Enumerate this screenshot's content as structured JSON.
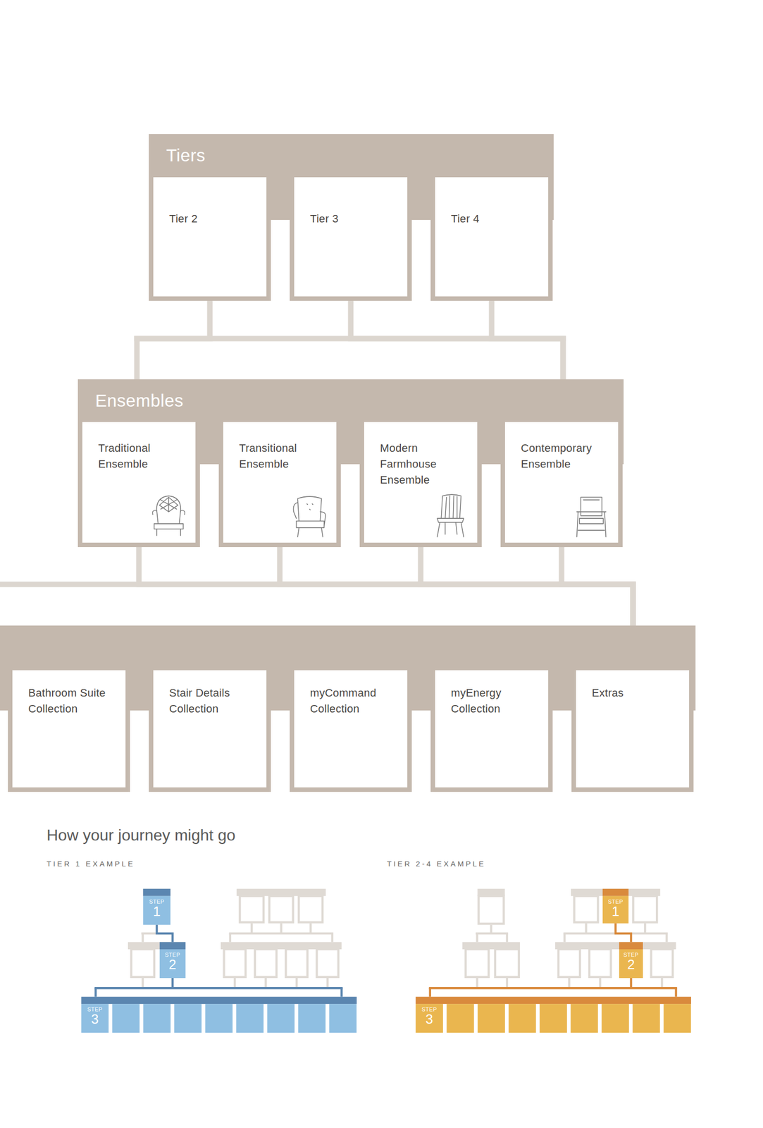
{
  "diagram": {
    "nodes": [
      {
        "text": [
          "Tiers"
        ]
      },
      {
        "text": [
          "Tier 2"
        ],
        "in": 0
      },
      {
        "text": [
          "Tier 3"
        ],
        "in": 0
      },
      {
        "text": [
          "Tier 4"
        ],
        "in": 0
      },
      {
        "text": [
          "Ensembles"
        ]
      },
      {
        "text": [
          "Traditional Ensemble"
        ],
        "in": 4
      },
      {
        "text": [
          "Transitional Ensemble"
        ],
        "in": 4
      },
      {
        "text": [
          "Modern Farmhouse Ensemble"
        ],
        "in": 4
      },
      {
        "text": [
          "Contemporary Ensemble"
        ],
        "in": 4
      },
      {
        "text": []
      },
      {
        "text": [
          "Bathroom Suite Collection"
        ],
        "in": 9
      },
      {
        "text": [
          "Stair Details Collection"
        ],
        "in": 9
      },
      {
        "text": [
          "myCommand Collection"
        ],
        "in": 9
      },
      {
        "text": [
          "myEnergy Collection"
        ],
        "in": 9
      },
      {
        "text": [
          "Extras"
        ],
        "in": 9
      }
    ],
    "edges": [
      {
        "from": 1,
        "to": 4,
        "arrow": "none"
      },
      {
        "from": 2,
        "to": 4,
        "arrow": "none"
      },
      {
        "from": 3,
        "to": 4,
        "arrow": "none"
      },
      {
        "from": 5,
        "to": 9,
        "arrow": "none"
      },
      {
        "from": 6,
        "to": 9,
        "arrow": "none"
      },
      {
        "from": 7,
        "to": 9,
        "arrow": "none"
      },
      {
        "from": 8,
        "to": 9,
        "arrow": "none"
      }
    ],
    "labels": [
      "How your journey might go",
      "TIER 1 EXAMPLE",
      "TIER 2-4 EXAMPLE",
      "STEP",
      "1",
      "STEP",
      "2",
      "STEP",
      "3",
      "STEP",
      "1",
      "STEP",
      "2",
      "STEP",
      "3"
    ]
  }
}
